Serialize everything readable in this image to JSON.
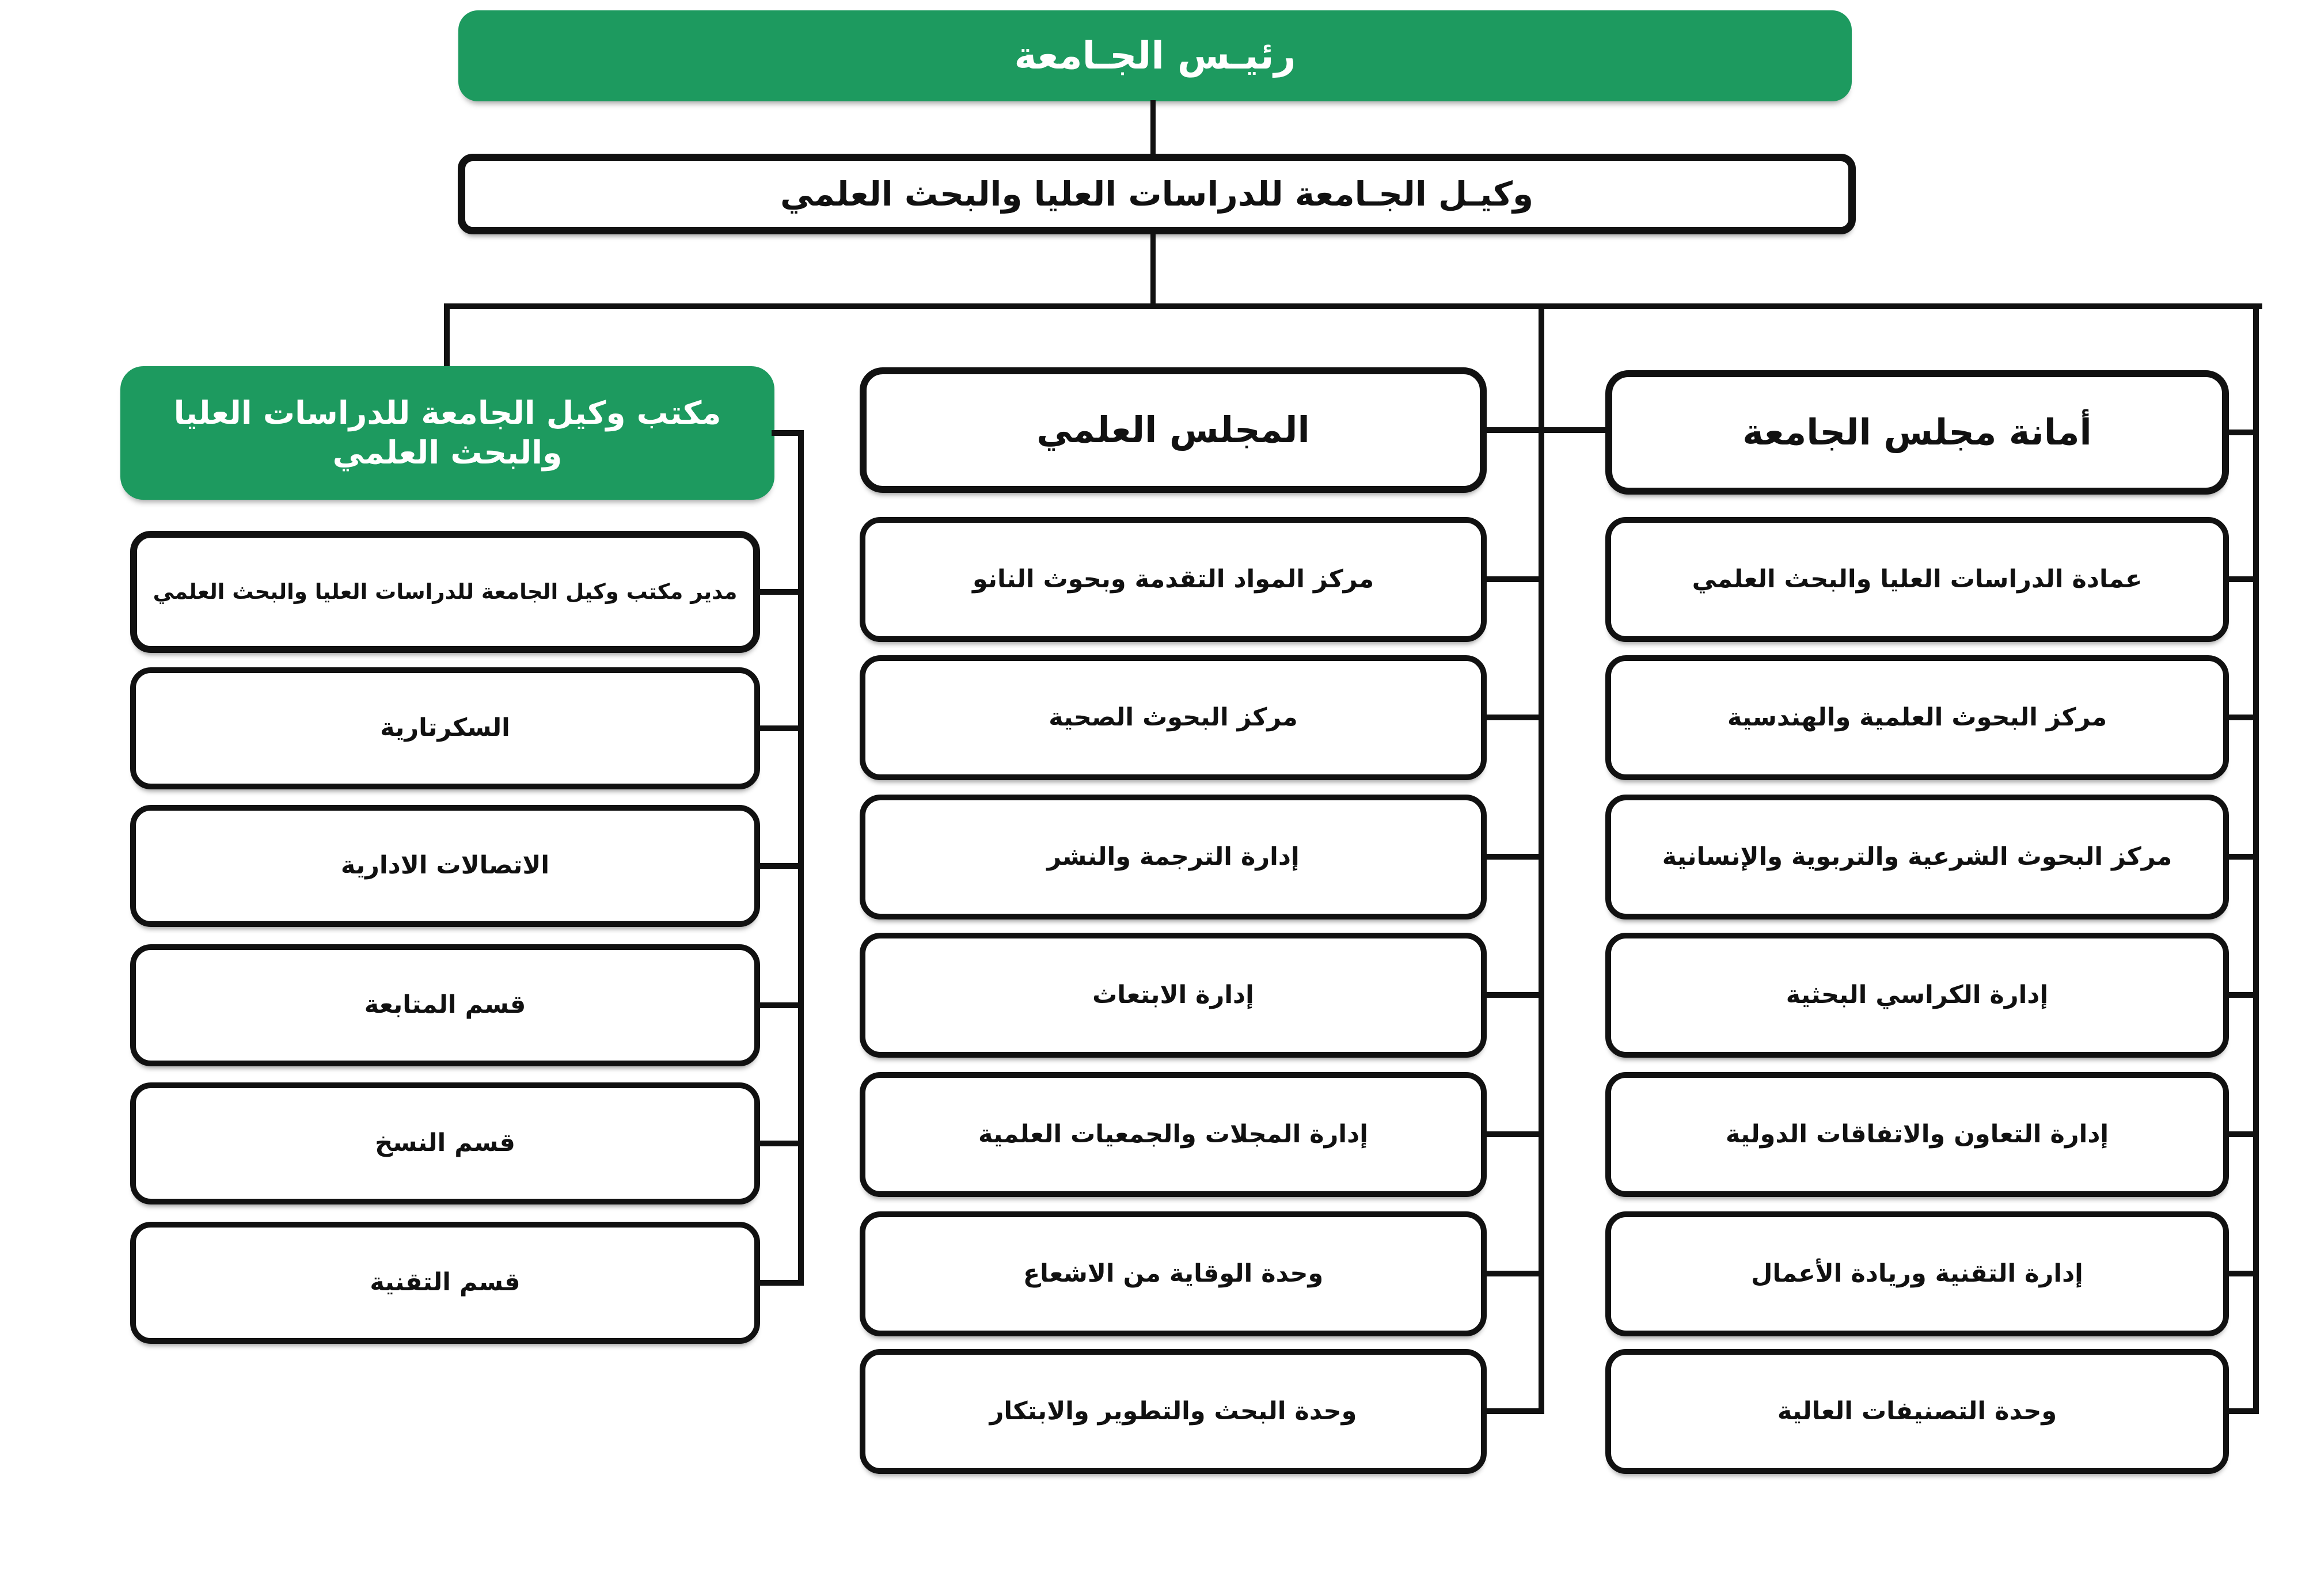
{
  "canvas": {
    "background": "#ffffff",
    "accent_green": "#1d9a5f",
    "line_color": "#111111",
    "box_text_color": "#111111"
  },
  "nodes": {
    "president": "رئيـس الجـامعة",
    "vice_president": "وكيـل الجـامعة للدراسات العليا والبحث العلمي"
  },
  "columns": [
    {
      "header": "مكتب وكيل الجامعة للدراسات العليا والبحث العلمي",
      "children": [
        "مدير مكتب وكيل الجامعة للدراسات العليا والبحث العلمي",
        "السكرتارية",
        "الاتصالات الادارية",
        "قسم المتابعة",
        "قسم النسخ",
        "قسم التقنية"
      ]
    },
    {
      "header": "المجلس العلمي",
      "children": [
        "مركز المواد التقدمة وبحوث النانو",
        "مركز البحوث الصحية",
        "إدارة الترجمة والنشر",
        "إدارة الابتعاث",
        "إدارة المجلات والجمعيات العلمية",
        "وحدة الوقاية من الاشعاع",
        "وحدة البحث والتطوير والابتكار"
      ]
    },
    {
      "header": "أمانة مجلس الجامعة",
      "children": [
        "عمادة الدراسات العليا والبحث العلمي",
        "مركز البحوث العلمية والهندسية",
        "مركز البحوث الشرعية والتربوية والإنسانية",
        "إدارة الكراسي البحثية",
        "إدارة التعاون والاتفاقات الدولية",
        "إدارة التقنية وريادة الأعمال",
        "وحدة التصنيفات العالية"
      ]
    }
  ]
}
